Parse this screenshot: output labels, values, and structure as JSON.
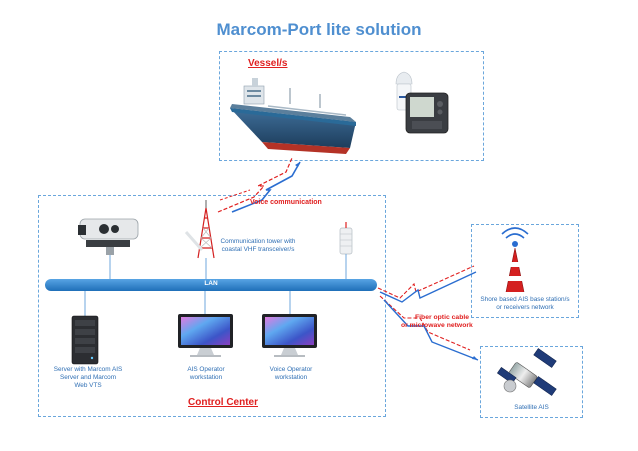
{
  "title": "Marcom-Port lite solution",
  "vessel": {
    "label": "Vessel/s"
  },
  "links": {
    "voice": "Voice communication",
    "fiber_line1": "Fiber optic cable",
    "fiber_line2": "or microwave network"
  },
  "control_center": {
    "label": "Control Center",
    "lan": "LAN",
    "tower_line1": "Communication tower with",
    "tower_line2": "coastal VHF transceiver/s",
    "server_line1": "Server with Marcom AIS",
    "server_line2": "Server and Marcom",
    "server_line3": "Web VTS",
    "ws1_line1": "AIS Operator",
    "ws1_line2": "workstation",
    "ws2_line1": "Voice Operator",
    "ws2_line2": "workstation"
  },
  "shore": {
    "line1": "Shore based AIS base station/s",
    "line2": "or receivers network"
  },
  "satellite": {
    "label": "Satellite AIS"
  },
  "colors": {
    "title": "#4f8fd0",
    "accent_red": "#e02020",
    "dash_border": "#6aa6dc",
    "lan": "#2a7bc8",
    "label_blue": "#2f6fb4"
  }
}
